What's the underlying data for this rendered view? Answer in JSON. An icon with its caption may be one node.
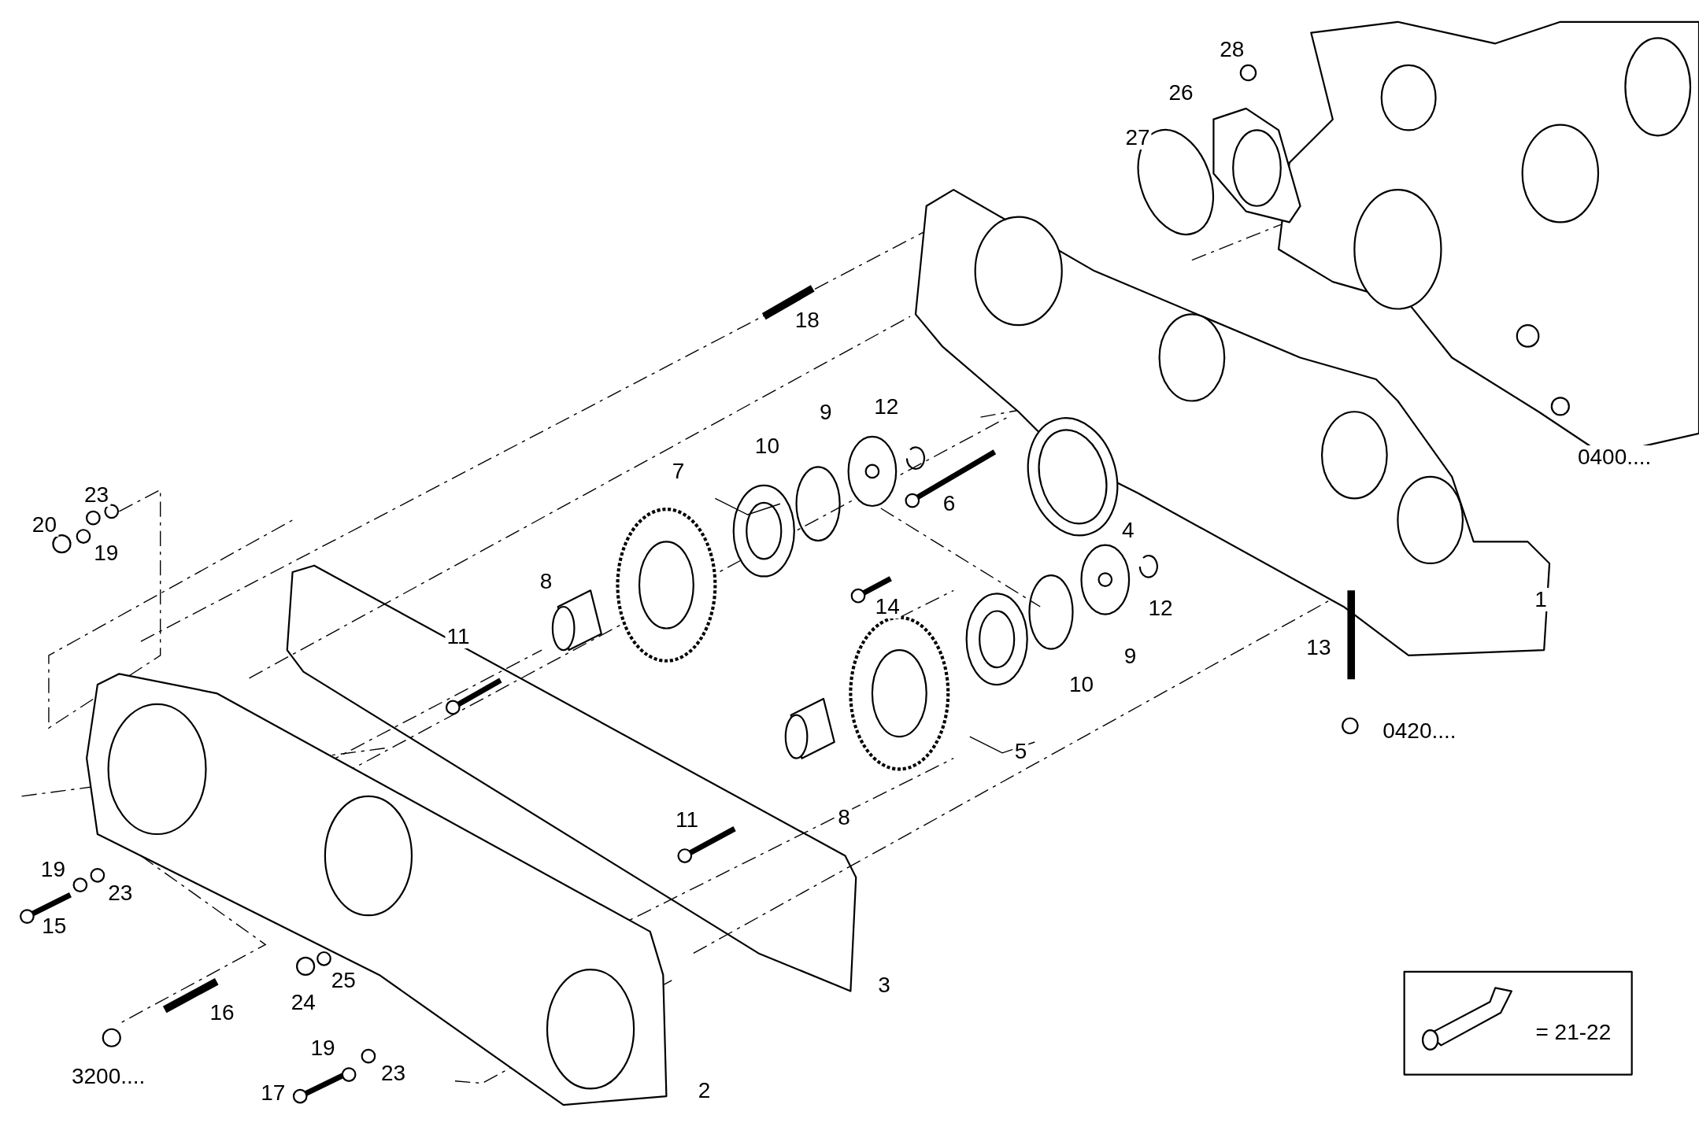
{
  "diagram": {
    "labels": [
      "28",
      "26",
      "27",
      "18",
      "9",
      "12",
      "10",
      "7",
      "0400....",
      "23",
      "20",
      "19",
      "6",
      "4",
      "8",
      "14",
      "12",
      "1",
      "11",
      "9",
      "10",
      "13",
      "5",
      "0420....",
      "11",
      "8",
      "19",
      "23",
      "15",
      "3",
      "24",
      "25",
      "16",
      "= 21-22",
      "3200....",
      "19",
      "23",
      "17",
      "2"
    ]
  }
}
